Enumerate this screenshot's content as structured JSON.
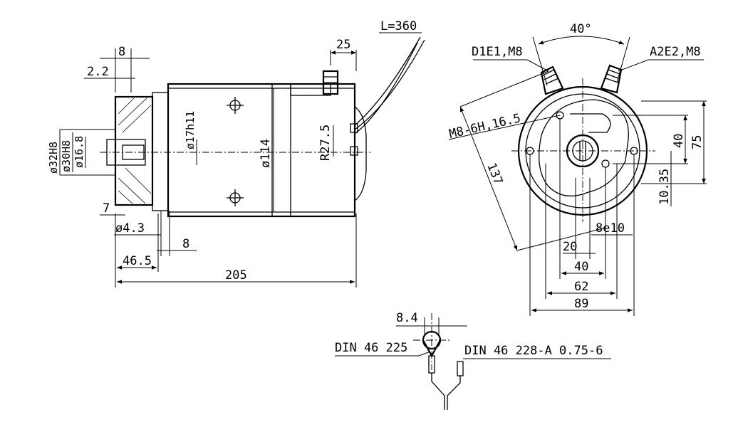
{
  "labels": {
    "lead_length": "L=360",
    "dim_25": "25",
    "dim_8_top": "8",
    "dim_2_2": "2.2",
    "dia_32": "ø32H8",
    "dia_30": "ø30H8",
    "dia_16": "ø16.8",
    "dia_17": "ø17h11",
    "dia_114": "ø114",
    "radius_27_5": "R27.5",
    "dim_7": "7",
    "dia_4_3": "ø4.3",
    "dim_8_bottom": "8",
    "dim_46_5": "46.5",
    "dim_205": "205",
    "angle_40": "40°",
    "terminal_d1e1": "D1E1,M8",
    "terminal_a2e2": "A2E2,M8",
    "thread_m8": "M8-6H,16.5",
    "dim_137": "137",
    "dim_40_right": "40",
    "dim_75": "75",
    "dim_10_35": "10.35",
    "dim_8e10": "8e10",
    "dim_20": "20",
    "dim_40_bottom": "40",
    "dim_62": "62",
    "dim_89": "89",
    "dim_8_4": "8.4",
    "din_46_225": "DIN 46 225",
    "din_46_228": "DIN 46 228-A 0.75-6"
  }
}
